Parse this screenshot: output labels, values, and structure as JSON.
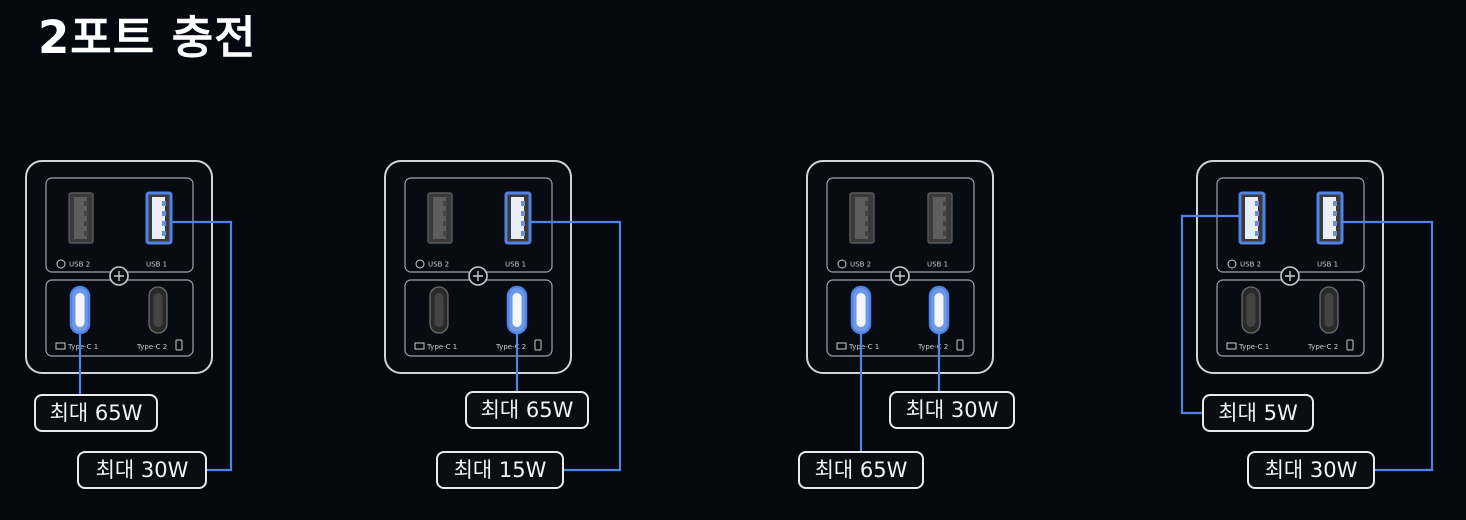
{
  "title": "2포트 충전",
  "colors": {
    "background": "#05080f",
    "outline": "#cfd3da",
    "active": "#4f83e6",
    "inactive": "#777777"
  },
  "port_labels": {
    "usb2": "USB 2",
    "usb1": "USB 1",
    "typec1": "Type-C 1",
    "typec2": "Type-C 2"
  },
  "configurations": [
    {
      "active_ports": [
        "typec1",
        "usb1"
      ],
      "outputs": [
        {
          "port": "typec1",
          "label": "최대 65W"
        },
        {
          "port": "usb1",
          "label": "최대 30W"
        }
      ]
    },
    {
      "active_ports": [
        "typec2",
        "usb1"
      ],
      "outputs": [
        {
          "port": "typec2",
          "label": "최대 65W"
        },
        {
          "port": "usb1",
          "label": "최대 15W"
        }
      ]
    },
    {
      "active_ports": [
        "typec1",
        "typec2"
      ],
      "outputs": [
        {
          "port": "typec2",
          "label": "최대 30W"
        },
        {
          "port": "typec1",
          "label": "최대 65W"
        }
      ]
    },
    {
      "active_ports": [
        "usb2",
        "usb1"
      ],
      "outputs": [
        {
          "port": "usb2",
          "label": "최대 5W"
        },
        {
          "port": "usb1",
          "label": "최대 30W"
        }
      ]
    }
  ]
}
